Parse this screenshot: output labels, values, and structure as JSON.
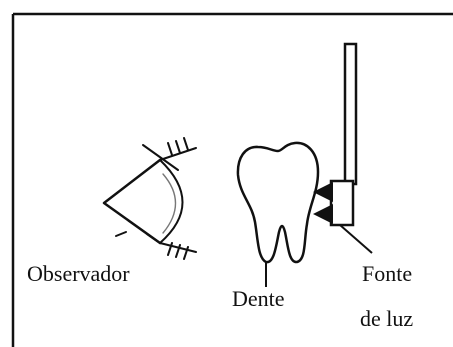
{
  "labels": {
    "observer": "Observador",
    "tooth": "Dente",
    "light_source_line1": "Fonte",
    "light_source_line2": "de luz"
  },
  "icons": {
    "observer": "eye-icon",
    "tooth": "tooth-icon",
    "light_source": "light-source-icon",
    "arrows": "arrow-left-icon"
  },
  "colors": {
    "ink": "#111111",
    "background": "#ffffff",
    "lens_stroke": "#777777"
  }
}
